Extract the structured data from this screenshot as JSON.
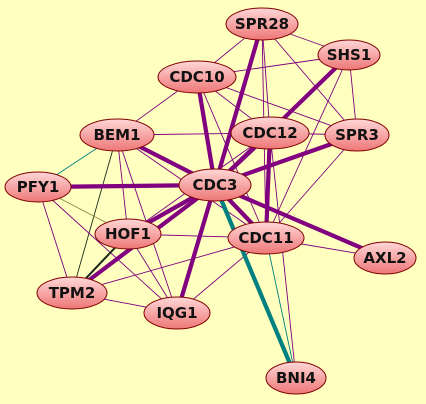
{
  "colors": {
    "background": "#ffffc0",
    "node_fill_light": "#ffd6d6",
    "node_fill_dark": "#ee7777",
    "node_stroke": "#800000",
    "edge_purple": "#800080",
    "edge_teal": "#008080",
    "edge_dark": "#1a2a1a",
    "edge_olive": "#8a8a40"
  },
  "nodes": [
    {
      "id": "SPR28",
      "label": "SPR28"
    },
    {
      "id": "SHS1",
      "label": "SHS1"
    },
    {
      "id": "CDC10",
      "label": "CDC10"
    },
    {
      "id": "BEM1",
      "label": "BEM1"
    },
    {
      "id": "CDC12",
      "label": "CDC12"
    },
    {
      "id": "SPR3",
      "label": "SPR3"
    },
    {
      "id": "PFY1",
      "label": "PFY1"
    },
    {
      "id": "CDC3",
      "label": "CDC3"
    },
    {
      "id": "HOF1",
      "label": "HOF1"
    },
    {
      "id": "CDC11",
      "label": "CDC11"
    },
    {
      "id": "AXL2",
      "label": "AXL2"
    },
    {
      "id": "TPM2",
      "label": "TPM2"
    },
    {
      "id": "IQG1",
      "label": "IQG1"
    },
    {
      "id": "BNI4",
      "label": "BNI4"
    }
  ],
  "edges": [
    {
      "from": "SPR28",
      "to": "SHS1",
      "weight": "thin",
      "color": "purple"
    },
    {
      "from": "SPR28",
      "to": "CDC10",
      "weight": "thin",
      "color": "purple"
    },
    {
      "from": "SPR28",
      "to": "CDC12",
      "weight": "thin",
      "color": "purple"
    },
    {
      "from": "SPR28",
      "to": "CDC3",
      "weight": "thick",
      "color": "purple"
    },
    {
      "from": "SPR28",
      "to": "SPR3",
      "weight": "thin",
      "color": "purple"
    },
    {
      "from": "SPR28",
      "to": "CDC11",
      "weight": "thin",
      "color": "purple"
    },
    {
      "from": "SHS1",
      "to": "CDC10",
      "weight": "thin",
      "color": "purple"
    },
    {
      "from": "SHS1",
      "to": "CDC12",
      "weight": "thin",
      "color": "purple"
    },
    {
      "from": "SHS1",
      "to": "SPR3",
      "weight": "thin",
      "color": "purple"
    },
    {
      "from": "SHS1",
      "to": "CDC3",
      "weight": "thick",
      "color": "purple"
    },
    {
      "from": "SHS1",
      "to": "CDC11",
      "weight": "thin",
      "color": "purple"
    },
    {
      "from": "CDC10",
      "to": "BEM1",
      "weight": "thin",
      "color": "purple"
    },
    {
      "from": "CDC10",
      "to": "CDC12",
      "weight": "thin",
      "color": "purple"
    },
    {
      "from": "CDC10",
      "to": "CDC3",
      "weight": "thick",
      "color": "purple"
    },
    {
      "from": "CDC10",
      "to": "CDC11",
      "weight": "thin",
      "color": "purple"
    },
    {
      "from": "CDC10",
      "to": "SPR3",
      "weight": "thin",
      "color": "purple"
    },
    {
      "from": "BEM1",
      "to": "CDC12",
      "weight": "thin",
      "color": "purple"
    },
    {
      "from": "BEM1",
      "to": "PFY1",
      "weight": "thin",
      "color": "teal"
    },
    {
      "from": "BEM1",
      "to": "CDC3",
      "weight": "thick",
      "color": "purple"
    },
    {
      "from": "BEM1",
      "to": "HOF1",
      "weight": "thin",
      "color": "purple"
    },
    {
      "from": "BEM1",
      "to": "TPM2",
      "weight": "thin",
      "color": "dark"
    },
    {
      "from": "BEM1",
      "to": "IQG1",
      "weight": "thin",
      "color": "purple"
    },
    {
      "from": "BEM1",
      "to": "CDC11",
      "weight": "thin",
      "color": "purple"
    },
    {
      "from": "CDC12",
      "to": "SPR3",
      "weight": "thin",
      "color": "purple"
    },
    {
      "from": "CDC12",
      "to": "CDC3",
      "weight": "thick",
      "color": "purple"
    },
    {
      "from": "CDC12",
      "to": "CDC11",
      "weight": "thick",
      "color": "purple"
    },
    {
      "from": "CDC12",
      "to": "HOF1",
      "weight": "thin",
      "color": "purple"
    },
    {
      "from": "CDC12",
      "to": "BNI4",
      "weight": "thin",
      "color": "purple"
    },
    {
      "from": "SPR3",
      "to": "CDC3",
      "weight": "thick",
      "color": "purple"
    },
    {
      "from": "SPR3",
      "to": "CDC11",
      "weight": "thin",
      "color": "purple"
    },
    {
      "from": "PFY1",
      "to": "CDC3",
      "weight": "thick",
      "color": "purple"
    },
    {
      "from": "PFY1",
      "to": "HOF1",
      "weight": "thin",
      "color": "olive"
    },
    {
      "from": "PFY1",
      "to": "TPM2",
      "weight": "thin",
      "color": "purple"
    },
    {
      "from": "PFY1",
      "to": "IQG1",
      "weight": "thin",
      "color": "purple"
    },
    {
      "from": "CDC3",
      "to": "HOF1",
      "weight": "thick",
      "color": "purple"
    },
    {
      "from": "CDC3",
      "to": "CDC11",
      "weight": "thick",
      "color": "purple"
    },
    {
      "from": "CDC3",
      "to": "AXL2",
      "weight": "thick",
      "color": "purple"
    },
    {
      "from": "CDC3",
      "to": "TPM2",
      "weight": "thick",
      "color": "purple"
    },
    {
      "from": "CDC3",
      "to": "IQG1",
      "weight": "thick",
      "color": "purple"
    },
    {
      "from": "CDC3",
      "to": "BNI4",
      "weight": "thick",
      "color": "teal"
    },
    {
      "from": "HOF1",
      "to": "CDC11",
      "weight": "thin",
      "color": "purple"
    },
    {
      "from": "HOF1",
      "to": "TPM2",
      "weight": "medium",
      "color": "dark"
    },
    {
      "from": "HOF1",
      "to": "IQG1",
      "weight": "thin",
      "color": "purple"
    },
    {
      "from": "CDC11",
      "to": "AXL2",
      "weight": "thin",
      "color": "purple"
    },
    {
      "from": "CDC11",
      "to": "TPM2",
      "weight": "thin",
      "color": "purple"
    },
    {
      "from": "CDC11",
      "to": "IQG1",
      "weight": "thin",
      "color": "purple"
    },
    {
      "from": "CDC11",
      "to": "BNI4",
      "weight": "thin",
      "color": "teal"
    },
    {
      "from": "TPM2",
      "to": "IQG1",
      "weight": "thin",
      "color": "purple"
    }
  ]
}
